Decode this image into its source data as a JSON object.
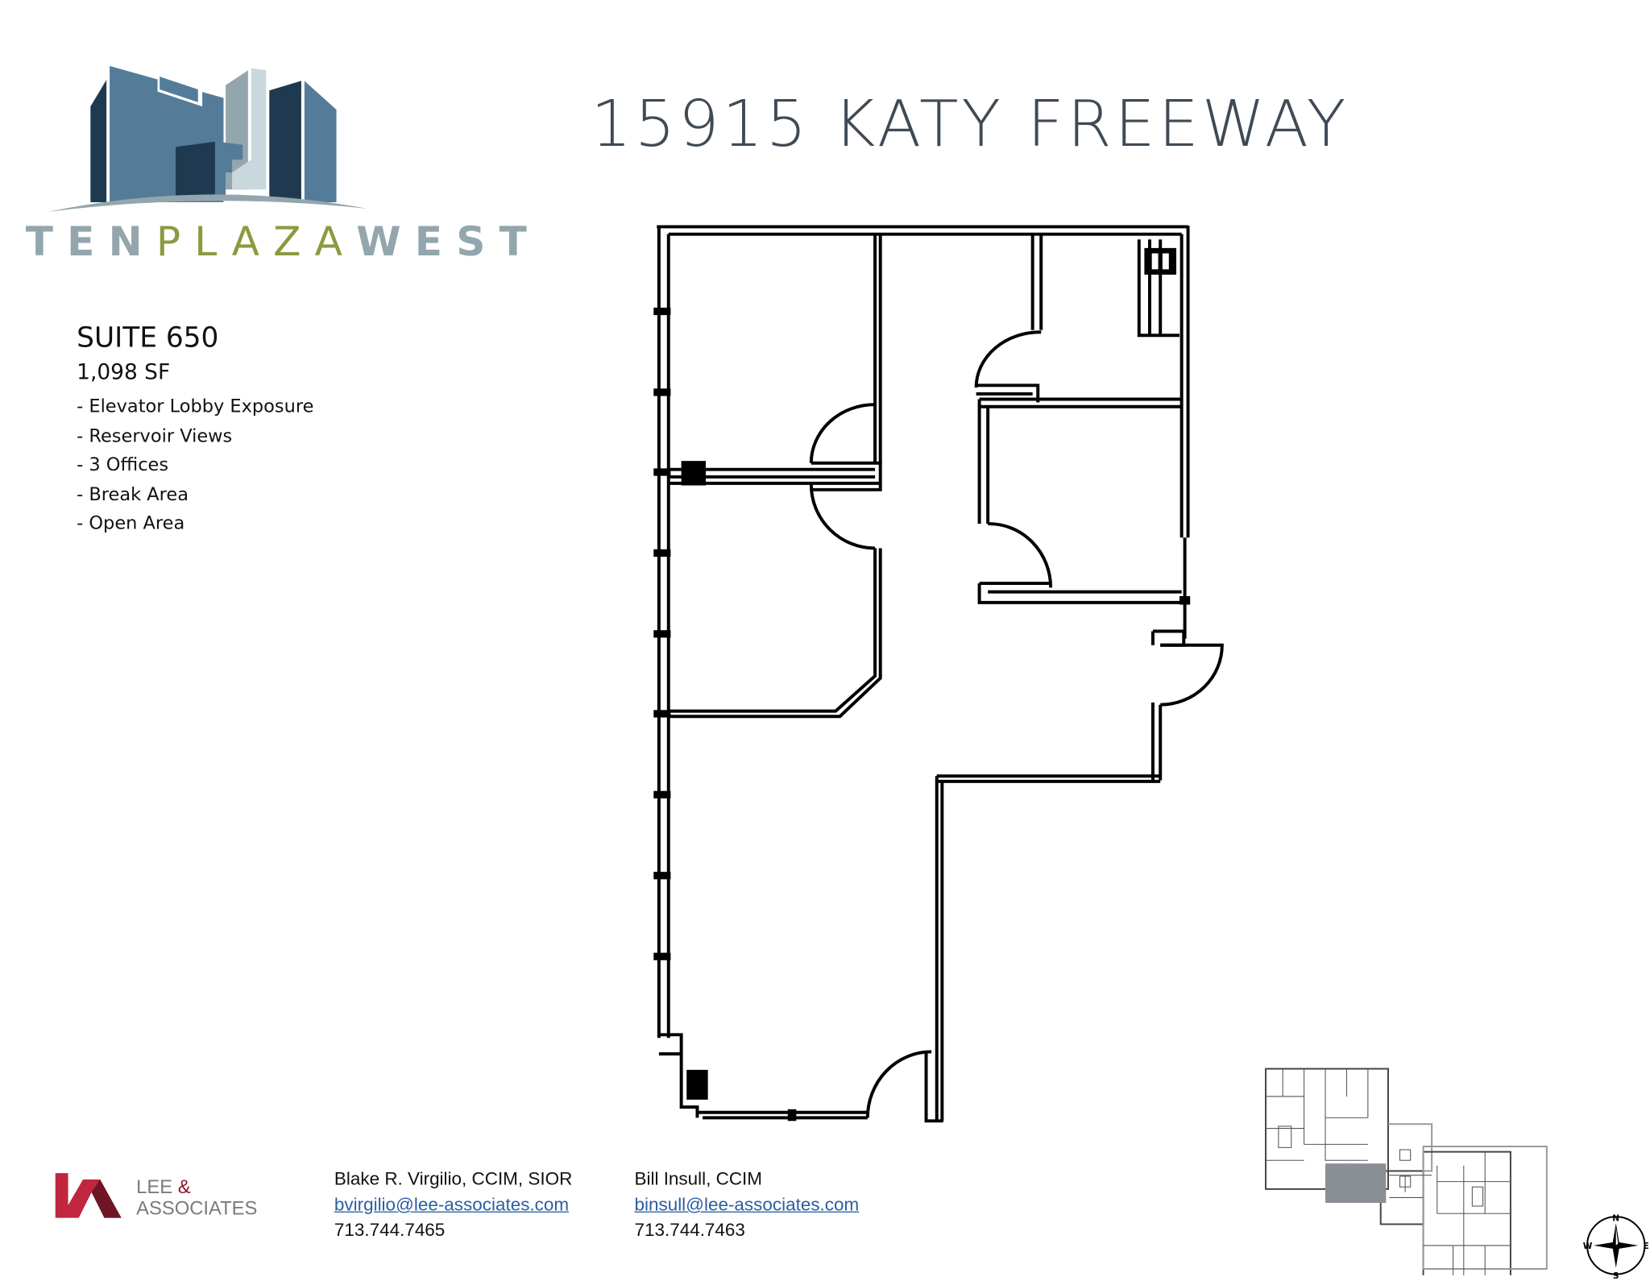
{
  "header": {
    "title": "15915 KATY FREEWAY"
  },
  "brand": {
    "part1": "TEN",
    "part2": "PLAZA",
    "part3": "WEST",
    "colors": {
      "dark": "#1f3a50",
      "mid": "#547c98",
      "light": "#93a6ad",
      "accent": "#8c9a3f"
    }
  },
  "suite": {
    "name": "SUITE 650",
    "area": "1,098 SF",
    "features": [
      "- Elevator Lobby Exposure",
      "- Reservoir Views",
      "- 3 Offices",
      "- Break Area",
      "- Open Area"
    ]
  },
  "lee_logo": {
    "line1": "LEE",
    "amp": "&",
    "line2": "ASSOCIATES",
    "color": "#c0263d"
  },
  "contacts": [
    {
      "name": "Blake R. Virgilio, CCIM, SIOR",
      "email": "bvirgilio@lee-associates.com",
      "phone": "713.744.7465"
    },
    {
      "name": "Bill Insull, CCIM",
      "email": "binsull@lee-associates.com",
      "phone": "713.744.7463"
    }
  ],
  "compass": {
    "n": "N",
    "s": "S",
    "e": "E",
    "w": "W"
  },
  "key_plan": {
    "highlight_color": "#8a8f96"
  }
}
